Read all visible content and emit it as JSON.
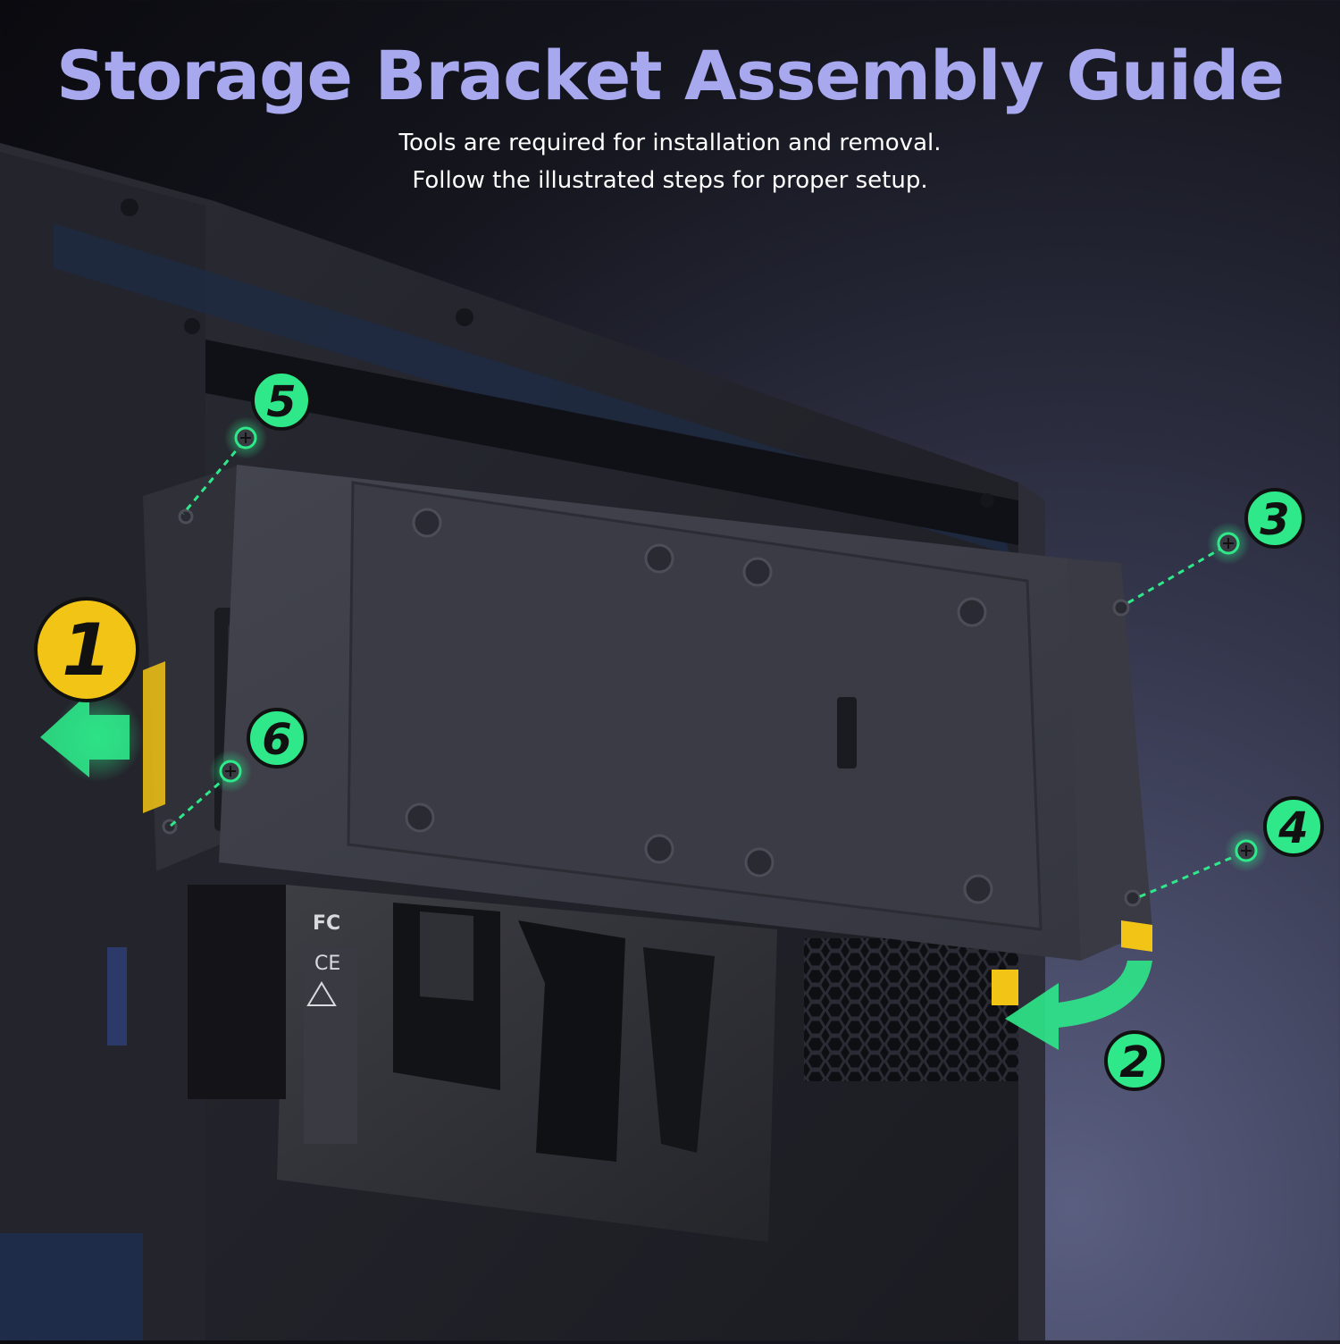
{
  "header": {
    "title": "Storage Bracket Assembly Guide",
    "subtitle_line_1": "Tools are required for installation and removal.",
    "subtitle_line_2": "Follow the illustrated steps for proper setup."
  },
  "steps": [
    {
      "number": "1",
      "color": "#f2c415",
      "icon": "slide-out-arrow-icon"
    },
    {
      "number": "2",
      "color": "#2ee88a",
      "icon": "rotate-arrow-icon"
    },
    {
      "number": "3",
      "color": "#2ee88a",
      "icon": "screw-icon"
    },
    {
      "number": "4",
      "color": "#2ee88a",
      "icon": "screw-icon"
    },
    {
      "number": "5",
      "color": "#2ee88a",
      "icon": "screw-icon"
    },
    {
      "number": "6",
      "color": "#2ee88a",
      "icon": "screw-icon"
    }
  ],
  "board_markings": {
    "fc": "FC",
    "ce": "CE"
  },
  "colors": {
    "title": "#a7a8ee",
    "accent_green": "#2ee88a",
    "accent_yellow": "#f2c415"
  }
}
